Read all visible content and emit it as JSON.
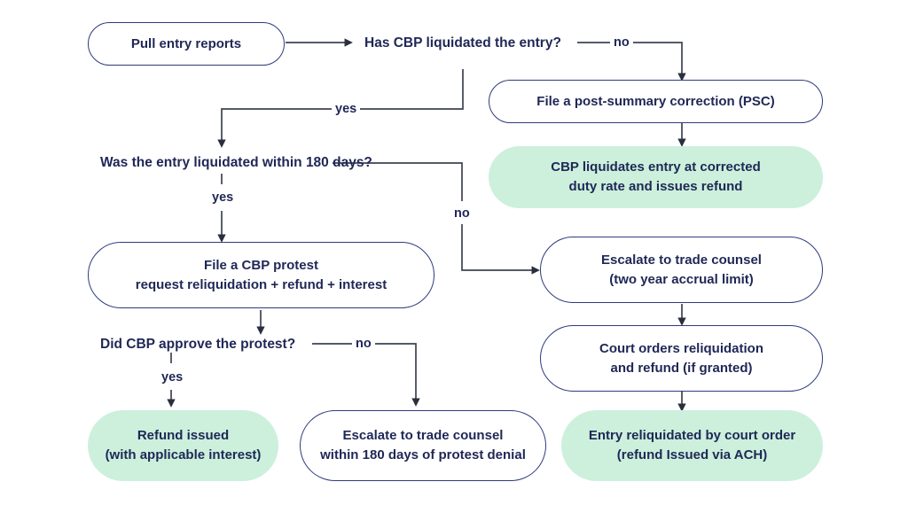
{
  "diagram": {
    "title": "CBP entry liquidation refund decision flow",
    "colors": {
      "text": "#1f2756",
      "node_border": "#2e3b7d",
      "node_fill_outline": "#ffffff",
      "node_fill_highlight": "#ccf0dc",
      "connector": "#3d4352",
      "background": "#ffffff"
    },
    "nodes": [
      {
        "id": "pull-entry-reports",
        "style": "outline",
        "lines": [
          "Pull entry reports"
        ]
      },
      {
        "id": "file-psc",
        "style": "outline",
        "lines": [
          "File a post-summary correction (PSC)"
        ]
      },
      {
        "id": "cbp-liquidates-corrected",
        "style": "filled",
        "lines": [
          "CBP liquidates entry at corrected",
          "duty rate and issues refund"
        ]
      },
      {
        "id": "file-cbp-protest",
        "style": "outline",
        "lines": [
          "File a CBP protest",
          "request reliquidation + refund + interest"
        ]
      },
      {
        "id": "escalate-two-year",
        "style": "outline",
        "lines": [
          "Escalate to trade counsel",
          "(two year accrual limit)"
        ]
      },
      {
        "id": "court-orders-reliquidation",
        "style": "outline",
        "lines": [
          "Court orders reliquidation",
          "and refund (if granted)"
        ]
      },
      {
        "id": "refund-issued",
        "style": "filled",
        "lines": [
          "Refund issued",
          "(with applicable interest)"
        ]
      },
      {
        "id": "escalate-180-days",
        "style": "outline",
        "lines": [
          "Escalate to trade counsel",
          "within 180 days of protest denial"
        ]
      },
      {
        "id": "entry-reliquidated-court-order",
        "style": "filled",
        "lines": [
          "Entry reliquidated by court order",
          "(refund Issued via ACH)"
        ]
      }
    ],
    "decisions": [
      {
        "id": "has-cbp-liquidated",
        "text": "Has CBP liquidated the entry?"
      },
      {
        "id": "liquidated-within-180",
        "text": "Was the entry liquidated within 180 days?"
      },
      {
        "id": "did-cbp-approve-protest",
        "text": "Did CBP approve the protest?"
      }
    ],
    "edge_labels": [
      {
        "id": "has-liquidated-no",
        "text": "no"
      },
      {
        "id": "has-liquidated-yes",
        "text": "yes"
      },
      {
        "id": "within-180-yes",
        "text": "yes"
      },
      {
        "id": "within-180-no",
        "text": "no"
      },
      {
        "id": "protest-approved-yes",
        "text": "yes"
      },
      {
        "id": "protest-approved-no",
        "text": "no"
      }
    ]
  }
}
